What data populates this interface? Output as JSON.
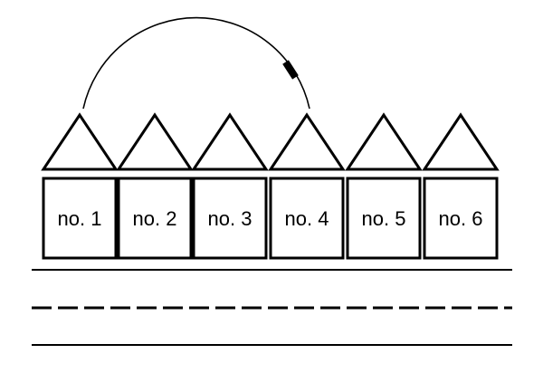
{
  "houses": [
    {
      "label": "no. 1"
    },
    {
      "label": "no. 2"
    },
    {
      "label": "no. 3"
    },
    {
      "label": "no. 4"
    },
    {
      "label": "no. 5"
    },
    {
      "label": "no. 6"
    }
  ],
  "arc": {
    "from_house": "no. 1",
    "to_house": "no. 4"
  },
  "colors": {
    "stroke": "#000000",
    "background": "#ffffff"
  }
}
